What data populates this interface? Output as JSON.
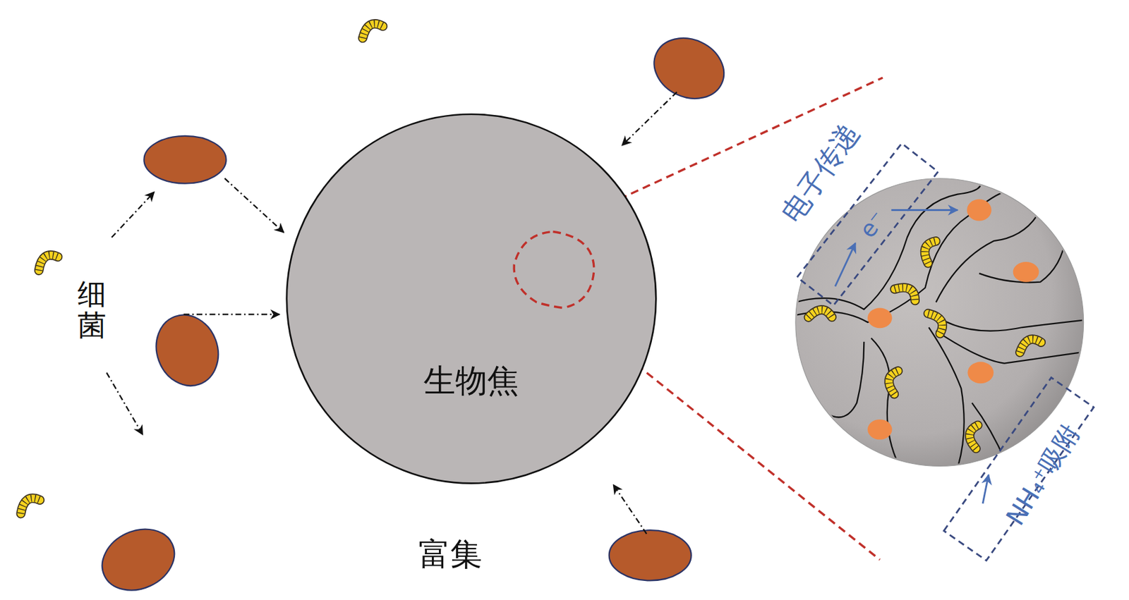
{
  "diagram": {
    "nodes": [
      {
        "text": [
          "生物焦"
        ]
      }
    ],
    "labels": [
      "细菌",
      "富集",
      "电子传递",
      "e⁻",
      "NH₄⁺吸附"
    ]
  }
}
